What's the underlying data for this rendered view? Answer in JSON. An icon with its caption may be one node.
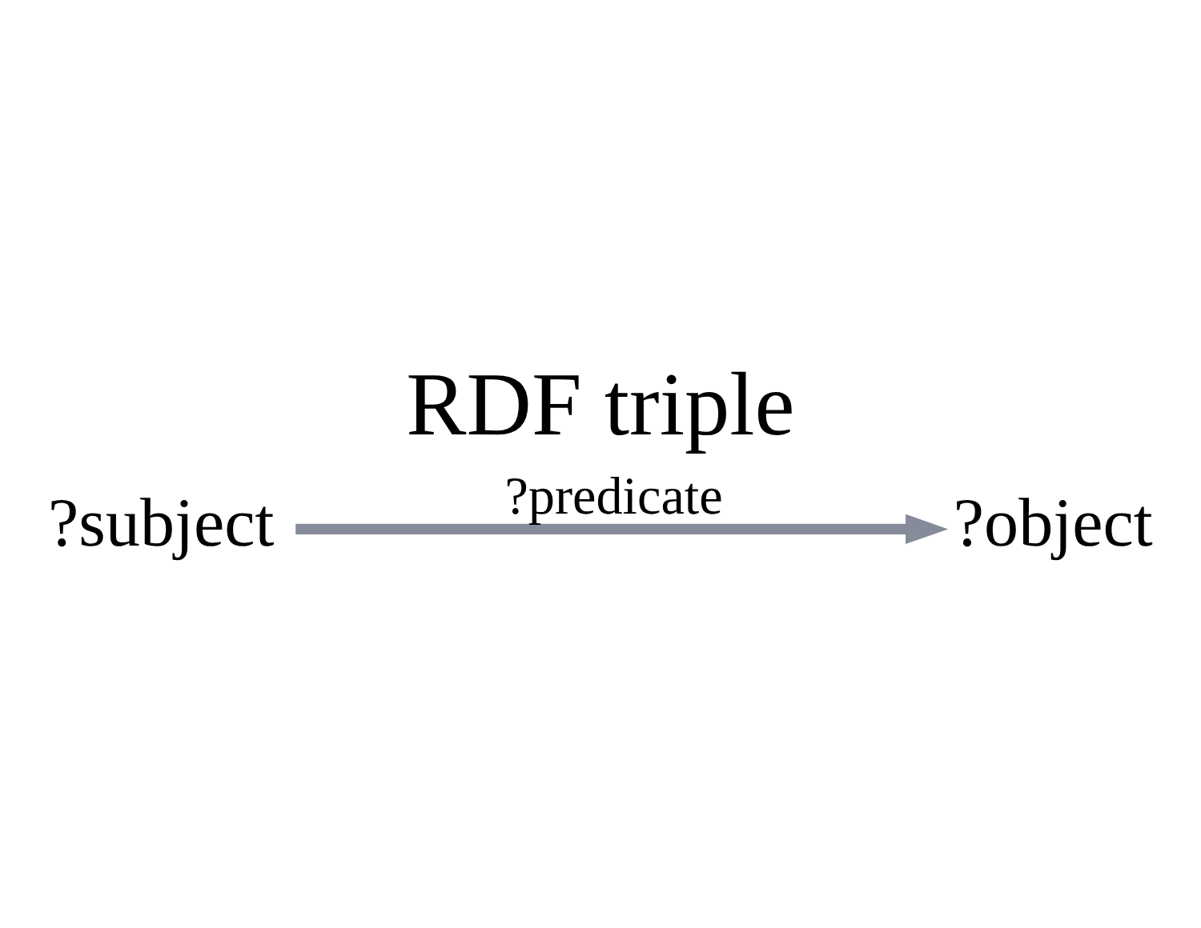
{
  "diagram": {
    "title": "RDF triple",
    "nodes": [
      {
        "text": [
          "?subject"
        ]
      },
      {
        "text": [
          "?object"
        ]
      }
    ],
    "edges": [
      {
        "from": 0,
        "to": 1,
        "arrow": "to",
        "label": "?predicate"
      }
    ]
  }
}
